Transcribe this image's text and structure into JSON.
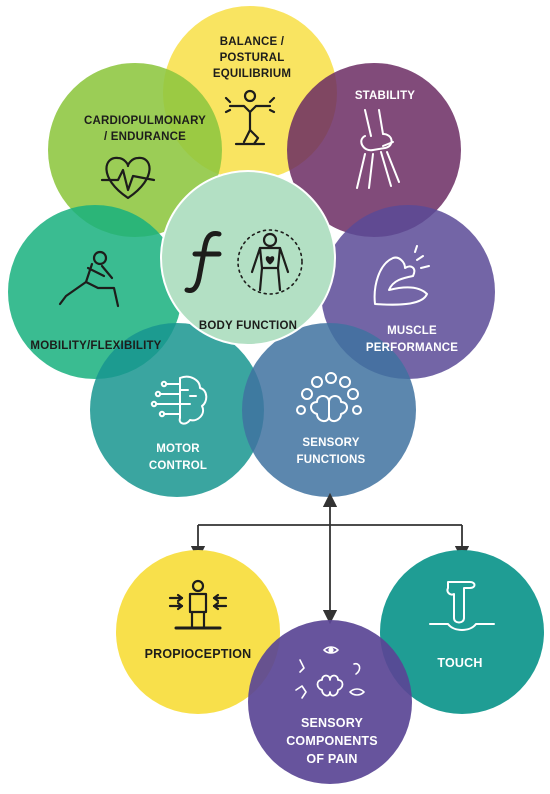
{
  "center": {
    "label": "BODY FUNCTION",
    "color": "#b3e0c4"
  },
  "petals": [
    {
      "id": "balance",
      "lines": [
        "BALANCE /",
        "POSTURAL",
        "EQUILIBRIUM"
      ],
      "color": "#f8e04b"
    },
    {
      "id": "stability",
      "lines": [
        "STABILITY"
      ],
      "color": "#6b2c63"
    },
    {
      "id": "muscle",
      "lines": [
        "MUSCLE",
        "PERFORMANCE"
      ],
      "color": "#5b4a97"
    },
    {
      "id": "sensory",
      "lines": [
        "SENSORY",
        "FUNCTIONS"
      ],
      "color": "#3f72a0"
    },
    {
      "id": "motor",
      "lines": [
        "MOTOR",
        "CONTROL"
      ],
      "color": "#17958f"
    },
    {
      "id": "mobility",
      "lines": [
        "MOBILITY/FLEXIBILITY"
      ],
      "color": "#17b07e"
    },
    {
      "id": "cardio",
      "lines": [
        "CARDIOPULMONARY",
        "/ ENDURANCE"
      ],
      "color": "#8dc63f"
    }
  ],
  "subnodes": [
    {
      "id": "proprioception",
      "lines": [
        "PROPIOCEPTION"
      ],
      "color": "#f8e04b"
    },
    {
      "id": "pain",
      "lines": [
        "SENSORY",
        "COMPONENTS",
        "OF PAIN"
      ],
      "color": "#5a4595"
    },
    {
      "id": "touch",
      "lines": [
        "TOUCH"
      ],
      "color": "#1f9d94"
    }
  ]
}
